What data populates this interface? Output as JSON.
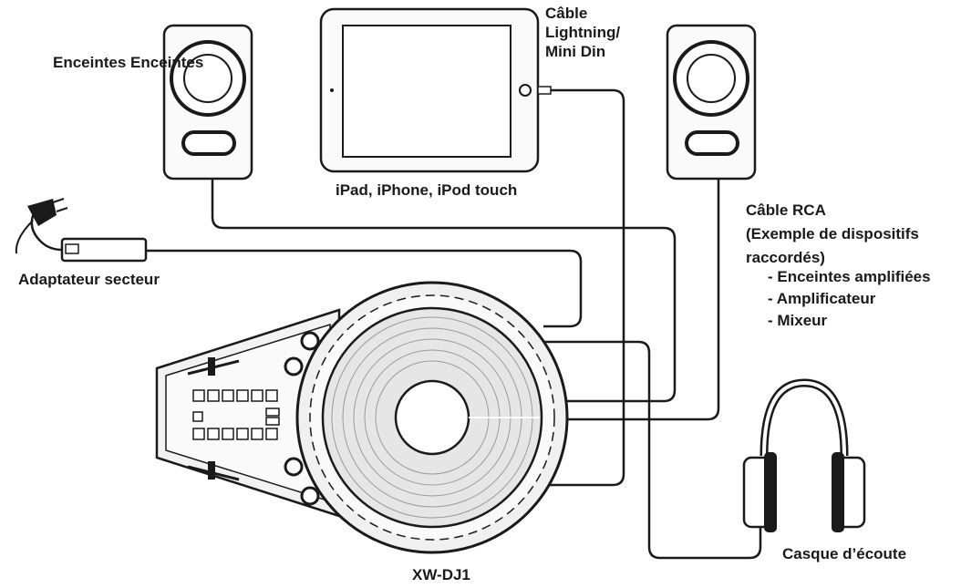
{
  "labels": {
    "speakers": "Enceintes Enceintes",
    "cable_lightning": [
      "Câble",
      "Lightning/",
      "Mini Din"
    ],
    "ipad": "iPad, iPhone, iPod touch",
    "cable_rca": [
      "Câble RCA",
      "(Exemple de dispositifs",
      "raccordés)"
    ],
    "rca_examples": [
      "- Enceintes amplifiées",
      "- Amplificateur",
      "- Mixeur"
    ],
    "adapter": "Adaptateur secteur",
    "headphones": "Casque d’écoute",
    "device": "XW-DJ1"
  },
  "colors": {
    "ink": "#1a1a1a",
    "device_fill": "#f2f2f2",
    "screen": "#ffffff"
  }
}
